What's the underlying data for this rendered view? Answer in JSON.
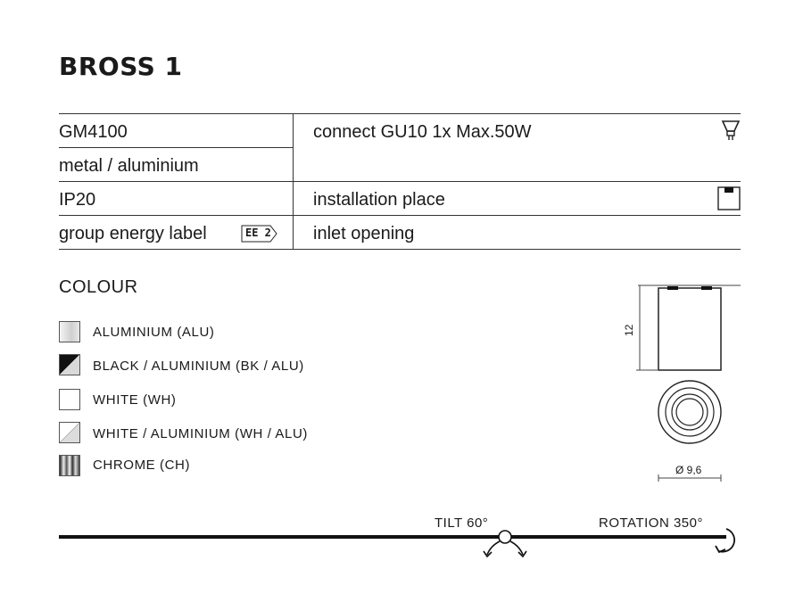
{
  "product": {
    "title": "BROSS 1"
  },
  "spec_table": {
    "code": "GM4100",
    "material": "metal / aluminium",
    "ip_rating": "IP20",
    "energy_label": "group energy label",
    "energy_badge": "EE 2",
    "connect": "connect GU10 1x Max.50W",
    "installation": "installation place",
    "inlet": "inlet opening"
  },
  "colour": {
    "heading": "COLOUR",
    "options": [
      {
        "label": "ALUMINIUM (ALU)",
        "swatch": "aluminium"
      },
      {
        "label": "BLACK / ALUMINIUM (BK / ALU)",
        "swatch": "black-aluminium"
      },
      {
        "label": "WHITE (WH)",
        "swatch": "white"
      },
      {
        "label": "WHITE / ALUMINIUM (WH / ALU)",
        "swatch": "white-aluminium"
      },
      {
        "label": "CHROME (CH)",
        "swatch": "chrome"
      }
    ]
  },
  "drawing": {
    "height": "12",
    "diameter": "Ø 9,6"
  },
  "features": {
    "tilt": "TILT 60°",
    "rotation": "ROTATION 350°"
  },
  "icons": [
    "gu10-bulb-icon",
    "installation-place-icon",
    "energy-class-icon",
    "tilt-arrows-icon",
    "rotation-arrow-icon"
  ],
  "colors": {
    "text": "#1a1a1a",
    "rule": "#333333",
    "bar": "#111111"
  }
}
